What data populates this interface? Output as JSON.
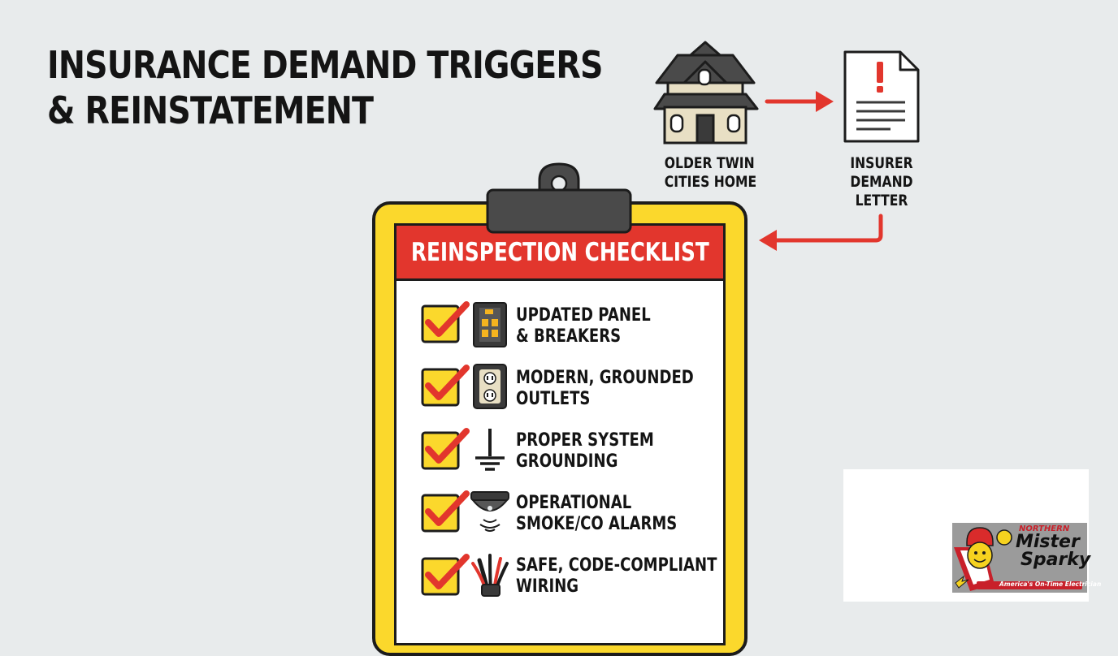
{
  "title": {
    "line1": "INSURANCE DEMAND TRIGGERS",
    "line2": "& REINSTATEMENT"
  },
  "flow": {
    "home": {
      "line1": "OLDER TWIN",
      "line2": "CITIES HOME",
      "icon": "house-icon"
    },
    "letter": {
      "line1": "INSURER",
      "line2": "DEMAND",
      "line3": "LETTER",
      "icon": "demand-letter-icon"
    },
    "arrow_color": "#e2362d"
  },
  "checklist": {
    "title": "REINSPECTION CHECKLIST",
    "header_color": "#e2362d",
    "board_color": "#fbd82c",
    "items": [
      {
        "line1": "UPDATED PANEL",
        "line2": "& BREAKERS",
        "icon": "electrical-panel-icon",
        "checked": true
      },
      {
        "line1": "MODERN, GROUNDED",
        "line2": "OUTLETS",
        "icon": "outlet-icon",
        "checked": true
      },
      {
        "line1": "PROPER SYSTEM",
        "line2": "GROUNDING",
        "icon": "ground-symbol-icon",
        "checked": true
      },
      {
        "line1": "OPERATIONAL",
        "line2": "SMOKE/CO ALARMS",
        "icon": "smoke-alarm-icon",
        "checked": true
      },
      {
        "line1": "SAFE, CODE-COMPLIANT",
        "line2": "WIRING",
        "icon": "wiring-icon",
        "checked": true
      }
    ]
  },
  "logo": {
    "region": "NORTHERN",
    "name_line1": "Mister",
    "name_line2": "Sparky",
    "tagline": "America's On-Time Electrician"
  }
}
